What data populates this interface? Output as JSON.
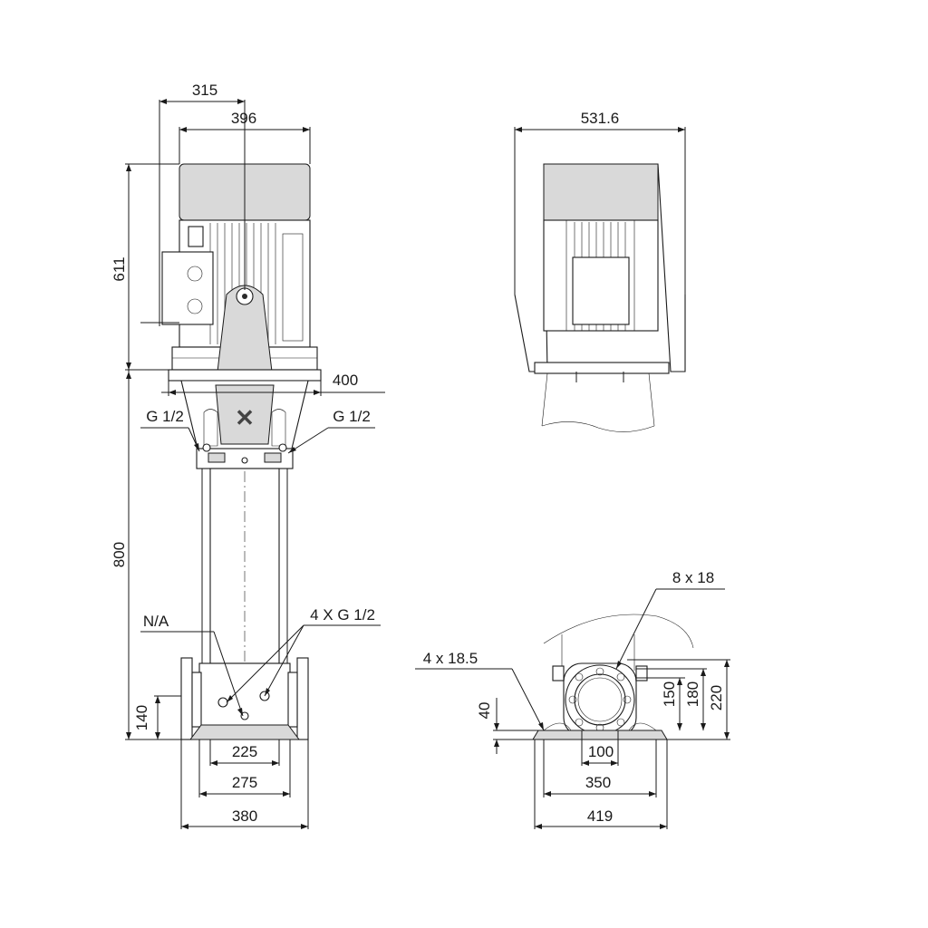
{
  "dimensions": {
    "motor_width": "315",
    "motor_top_width": "396",
    "motor_height": "611",
    "flange_width": "400",
    "pump_height": "800",
    "base_height": "140",
    "inner_base": "225",
    "mid_base": "275",
    "outer_base": "380",
    "top_view_width": "531.6",
    "bolt_holes": "8 x 18",
    "base_holes": "4 x 18.5",
    "flange_150": "150",
    "flange_180": "180",
    "flange_220": "220",
    "foot_height": "40",
    "bore": "100",
    "foot_span": "350",
    "foot_total": "419"
  },
  "labels": {
    "port_left": "G 1/2",
    "port_right": "G 1/2",
    "na": "N/A",
    "drain_ports": "4 X G 1/2"
  }
}
